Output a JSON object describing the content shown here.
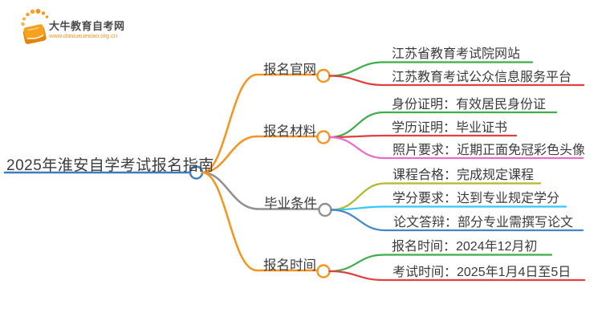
{
  "brand": {
    "name": "大牛教育自考网",
    "url": "www.daniuxuexiao.org.cn",
    "logo_icon": "book-icon",
    "brand_color": "#f7941d"
  },
  "central": {
    "title": "2025年淮安自学考试报名指南"
  },
  "colors": {
    "blue": "#3e7cc1",
    "orange": "#f7941d",
    "gray": "#909090",
    "green": "#3fae49",
    "red": "#e04040",
    "pink": "#ea6cc8",
    "olive": "#b6b72c",
    "cyan": "#36c8f4",
    "childBlue": "#4286c6",
    "text": "#3b3b3b"
  },
  "branches": [
    {
      "label": "报名官网",
      "color": "orange",
      "children": [
        {
          "text": "江苏省教育考试院网站",
          "color": "green"
        },
        {
          "text": "江苏教育考试公众信息服务平台",
          "color": "red"
        }
      ]
    },
    {
      "label": "报名材料",
      "color": "orange",
      "children": [
        {
          "text": "身份证明：有效居民身份证",
          "color": "green"
        },
        {
          "text": "学历证明：毕业证书",
          "color": "red"
        },
        {
          "text": "照片要求：近期正面免冠彩色头像",
          "color": "pink"
        }
      ]
    },
    {
      "label": "毕业条件",
      "color": "gray",
      "children": [
        {
          "text": "课程合格：完成规定课程",
          "color": "olive"
        },
        {
          "text": "学分要求：达到专业规定学分",
          "color": "cyan"
        },
        {
          "text": "论文答辩：部分专业需撰写论文",
          "color": "childBlue"
        }
      ]
    },
    {
      "label": "报名时间",
      "color": "orange",
      "children": [
        {
          "text": "报名时间：2024年12月初",
          "color": "green"
        },
        {
          "text": "考试时间：2025年1月4日至5日",
          "color": "red"
        }
      ]
    }
  ]
}
